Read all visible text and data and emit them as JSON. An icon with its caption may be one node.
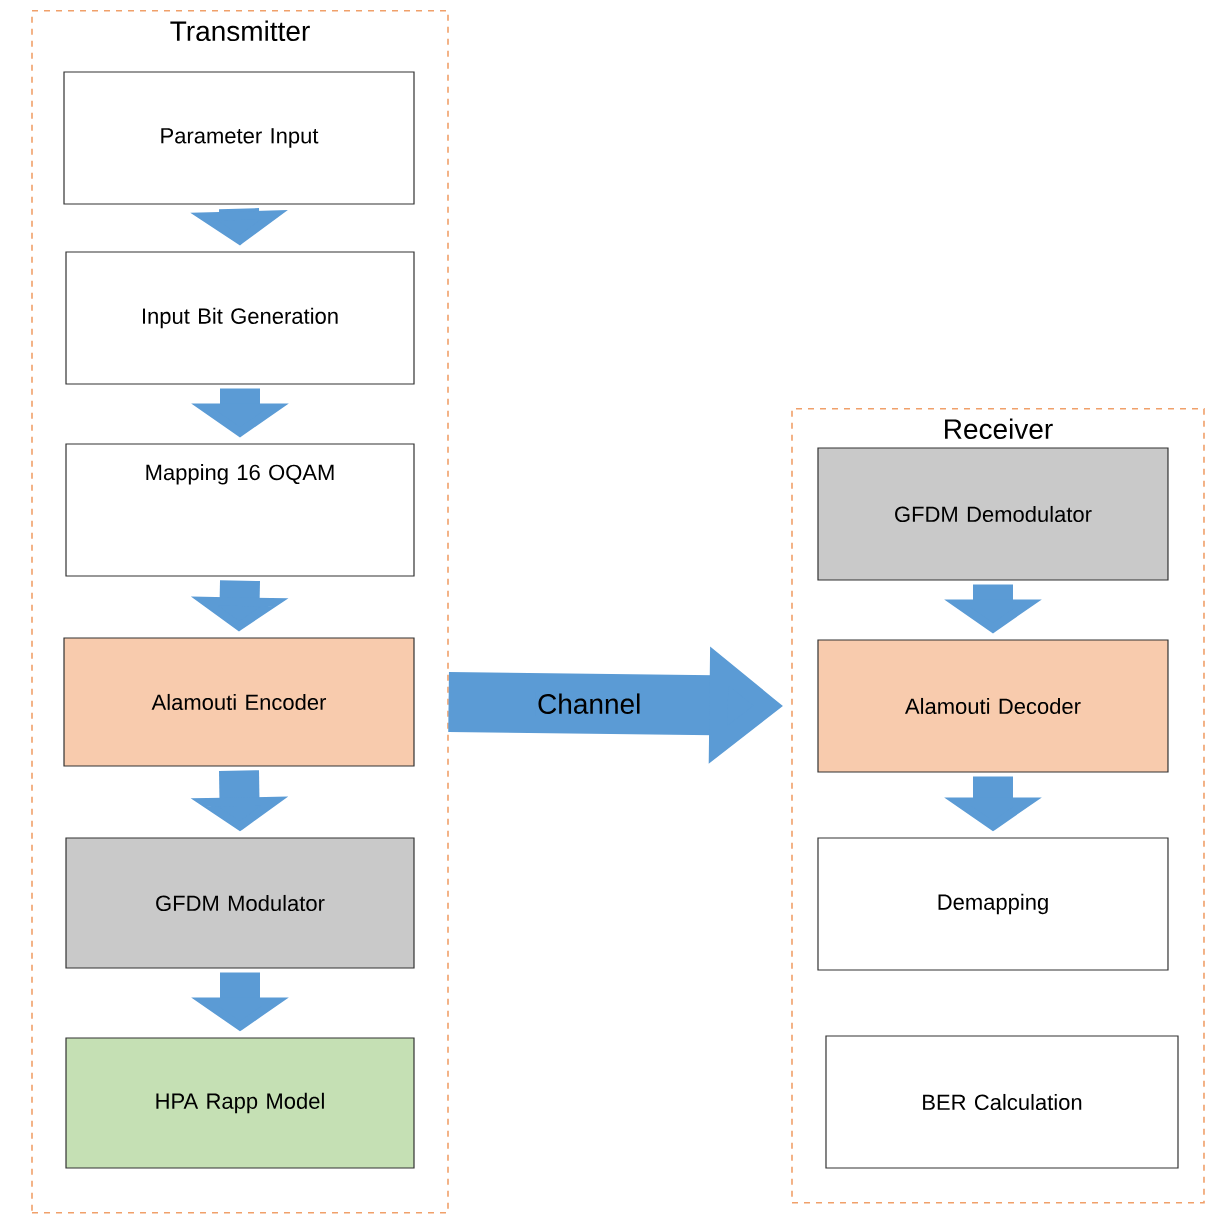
{
  "diagram": {
    "nodes": [
      {
        "text": [
          "Transmitter"
        ]
      },
      {
        "text": [
          "Parameter Input"
        ],
        "in": 0
      },
      {
        "text": [
          "Input Bit Generation"
        ],
        "in": 0
      },
      {
        "text": [
          "Mapping 16 OQAM"
        ],
        "in": 0
      },
      {
        "text": [
          "Alamouti Encoder"
        ],
        "in": 0
      },
      {
        "text": [
          "GFDM Modulator"
        ],
        "in": 0
      },
      {
        "text": [
          "HPA Rapp Model"
        ],
        "in": 0
      },
      {
        "text": [
          "Receiver"
        ]
      },
      {
        "text": [
          "GFDM Demodulator"
        ],
        "in": 7
      },
      {
        "text": [
          "Alamouti Decoder"
        ],
        "in": 7
      },
      {
        "text": [
          "Demapping"
        ],
        "in": 7
      },
      {
        "text": [
          "BER Calculation"
        ],
        "in": 7
      }
    ],
    "edges": [
      {
        "from": 1,
        "to": 2,
        "arrow": "to"
      },
      {
        "from": 2,
        "to": 3,
        "arrow": "to"
      },
      {
        "from": 3,
        "to": 4,
        "arrow": "to"
      },
      {
        "from": 4,
        "to": 5,
        "arrow": "to"
      },
      {
        "from": 5,
        "to": 6,
        "arrow": "to"
      },
      {
        "from": 4,
        "to": 9,
        "arrow": "to",
        "label": "Channel"
      },
      {
        "from": 8,
        "to": 9,
        "arrow": "to"
      },
      {
        "from": 9,
        "to": 10,
        "arrow": "to"
      }
    ]
  }
}
